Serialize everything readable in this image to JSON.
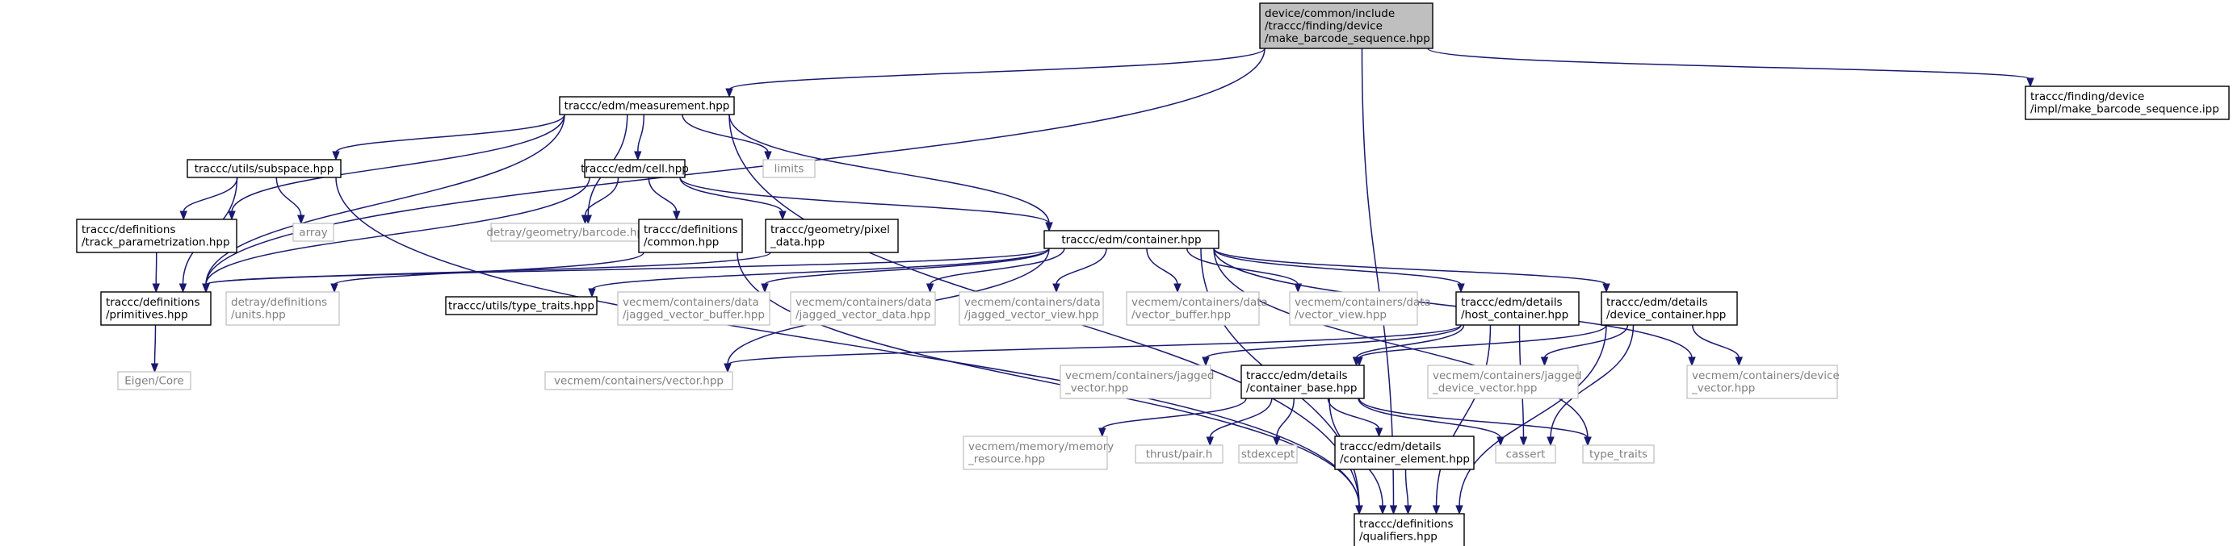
{
  "diagram": {
    "title": "",
    "nodes": [
      {
        "id": "root",
        "kind": "root",
        "lines": [
          "device/common/include",
          "/traccc/finding/device",
          "/make_barcode_sequence.hpp"
        ]
      },
      {
        "id": "measurement",
        "kind": "internal",
        "lines": [
          "traccc/edm/measurement.hpp"
        ]
      },
      {
        "id": "ipp",
        "kind": "internal",
        "lines": [
          "traccc/finding/device",
          "/impl/make_barcode_sequence.ipp"
        ]
      },
      {
        "id": "subspace",
        "kind": "internal",
        "lines": [
          "traccc/utils/subspace.hpp"
        ]
      },
      {
        "id": "cell",
        "kind": "internal",
        "lines": [
          "traccc/edm/cell.hpp"
        ]
      },
      {
        "id": "limits",
        "kind": "external",
        "lines": [
          "limits"
        ]
      },
      {
        "id": "array",
        "kind": "external",
        "lines": [
          "array"
        ]
      },
      {
        "id": "trackparam",
        "kind": "internal",
        "lines": [
          "traccc/definitions",
          "/track_parametrization.hpp"
        ]
      },
      {
        "id": "barcode",
        "kind": "external",
        "lines": [
          "detray/geometry/barcode.hpp"
        ]
      },
      {
        "id": "common",
        "kind": "internal",
        "lines": [
          "traccc/definitions",
          "/common.hpp"
        ]
      },
      {
        "id": "pixeldata",
        "kind": "internal",
        "lines": [
          "traccc/geometry/pixel",
          "_data.hpp"
        ]
      },
      {
        "id": "container",
        "kind": "internal",
        "lines": [
          "traccc/edm/container.hpp"
        ]
      },
      {
        "id": "primitives",
        "kind": "internal",
        "lines": [
          "traccc/definitions",
          "/primitives.hpp"
        ]
      },
      {
        "id": "units",
        "kind": "external",
        "lines": [
          "detray/definitions",
          "/units.hpp"
        ]
      },
      {
        "id": "typetraitshpp",
        "kind": "internal",
        "lines": [
          "traccc/utils/type_traits.hpp"
        ]
      },
      {
        "id": "jvbuffer",
        "kind": "external",
        "lines": [
          "vecmem/containers/data",
          "/jagged_vector_buffer.hpp"
        ]
      },
      {
        "id": "jvdata",
        "kind": "external",
        "lines": [
          "vecmem/containers/data",
          "/jagged_vector_data.hpp"
        ]
      },
      {
        "id": "jvview",
        "kind": "external",
        "lines": [
          "vecmem/containers/data",
          "/jagged_vector_view.hpp"
        ]
      },
      {
        "id": "vbuffer",
        "kind": "external",
        "lines": [
          "vecmem/containers/data",
          "/vector_buffer.hpp"
        ]
      },
      {
        "id": "vview",
        "kind": "external",
        "lines": [
          "vecmem/containers/data",
          "/vector_view.hpp"
        ]
      },
      {
        "id": "hostcont",
        "kind": "internal",
        "lines": [
          "traccc/edm/details",
          "/host_container.hpp"
        ]
      },
      {
        "id": "devcont",
        "kind": "internal",
        "lines": [
          "traccc/edm/details",
          "/device_container.hpp"
        ]
      },
      {
        "id": "devvector",
        "kind": "external",
        "lines": [
          "vecmem/containers/device",
          "_vector.hpp"
        ]
      },
      {
        "id": "eigen",
        "kind": "external",
        "lines": [
          "Eigen/Core"
        ]
      },
      {
        "id": "vector",
        "kind": "external",
        "lines": [
          "vecmem/containers/vector.hpp"
        ]
      },
      {
        "id": "jvector",
        "kind": "external",
        "lines": [
          "vecmem/containers/jagged",
          "_vector.hpp"
        ]
      },
      {
        "id": "contbase",
        "kind": "internal",
        "lines": [
          "traccc/edm/details",
          "/container_base.hpp"
        ]
      },
      {
        "id": "jdvector",
        "kind": "external",
        "lines": [
          "vecmem/containers/jagged",
          "_device_vector.hpp"
        ]
      },
      {
        "id": "memres",
        "kind": "external",
        "lines": [
          "vecmem/memory/memory",
          "_resource.hpp"
        ]
      },
      {
        "id": "pair",
        "kind": "external",
        "lines": [
          "thrust/pair.h"
        ]
      },
      {
        "id": "stdexcept",
        "kind": "external",
        "lines": [
          "stdexcept"
        ]
      },
      {
        "id": "contelem",
        "kind": "internal",
        "lines": [
          "traccc/edm/details",
          "/container_element.hpp"
        ]
      },
      {
        "id": "cassert",
        "kind": "external",
        "lines": [
          "cassert"
        ]
      },
      {
        "id": "typetraits",
        "kind": "external",
        "lines": [
          "type_traits"
        ]
      },
      {
        "id": "qualifiers",
        "kind": "internal",
        "lines": [
          "traccc/definitions",
          "/qualifiers.hpp"
        ]
      }
    ],
    "edges": [
      [
        "root",
        "measurement"
      ],
      [
        "root",
        "ipp"
      ],
      [
        "root",
        "primitives"
      ],
      [
        "root",
        "qualifiers"
      ],
      [
        "measurement",
        "subspace"
      ],
      [
        "measurement",
        "cell"
      ],
      [
        "measurement",
        "limits"
      ],
      [
        "measurement",
        "trackparam"
      ],
      [
        "measurement",
        "barcode"
      ],
      [
        "measurement",
        "container"
      ],
      [
        "measurement",
        "primitives"
      ],
      [
        "measurement",
        "qualifiers"
      ],
      [
        "subspace",
        "array"
      ],
      [
        "subspace",
        "trackparam"
      ],
      [
        "subspace",
        "primitives"
      ],
      [
        "subspace",
        "qualifiers"
      ],
      [
        "cell",
        "barcode"
      ],
      [
        "cell",
        "common"
      ],
      [
        "cell",
        "pixeldata"
      ],
      [
        "cell",
        "container"
      ],
      [
        "cell",
        "primitives"
      ],
      [
        "trackparam",
        "primitives"
      ],
      [
        "common",
        "units"
      ],
      [
        "common",
        "qualifiers"
      ],
      [
        "pixeldata",
        "primitives"
      ],
      [
        "container",
        "primitives"
      ],
      [
        "container",
        "typetraitshpp"
      ],
      [
        "container",
        "jvbuffer"
      ],
      [
        "container",
        "jvdata"
      ],
      [
        "container",
        "jvview"
      ],
      [
        "container",
        "vbuffer"
      ],
      [
        "container",
        "vview"
      ],
      [
        "container",
        "hostcont"
      ],
      [
        "container",
        "devcont"
      ],
      [
        "container",
        "devvector"
      ],
      [
        "container",
        "vector"
      ],
      [
        "container",
        "typetraits"
      ],
      [
        "container",
        "qualifiers"
      ],
      [
        "primitives",
        "eigen"
      ],
      [
        "hostcont",
        "vector"
      ],
      [
        "hostcont",
        "jvector"
      ],
      [
        "hostcont",
        "contbase"
      ],
      [
        "hostcont",
        "cassert"
      ],
      [
        "hostcont",
        "qualifiers"
      ],
      [
        "devcont",
        "jdvector"
      ],
      [
        "devcont",
        "devvector"
      ],
      [
        "devcont",
        "contbase"
      ],
      [
        "devcont",
        "cassert"
      ],
      [
        "devcont",
        "qualifiers"
      ],
      [
        "contbase",
        "memres"
      ],
      [
        "contbase",
        "pair"
      ],
      [
        "contbase",
        "stdexcept"
      ],
      [
        "contbase",
        "contelem"
      ],
      [
        "contbase",
        "cassert"
      ],
      [
        "contbase",
        "typetraits"
      ],
      [
        "contbase",
        "qualifiers"
      ],
      [
        "contelem",
        "qualifiers"
      ]
    ]
  }
}
